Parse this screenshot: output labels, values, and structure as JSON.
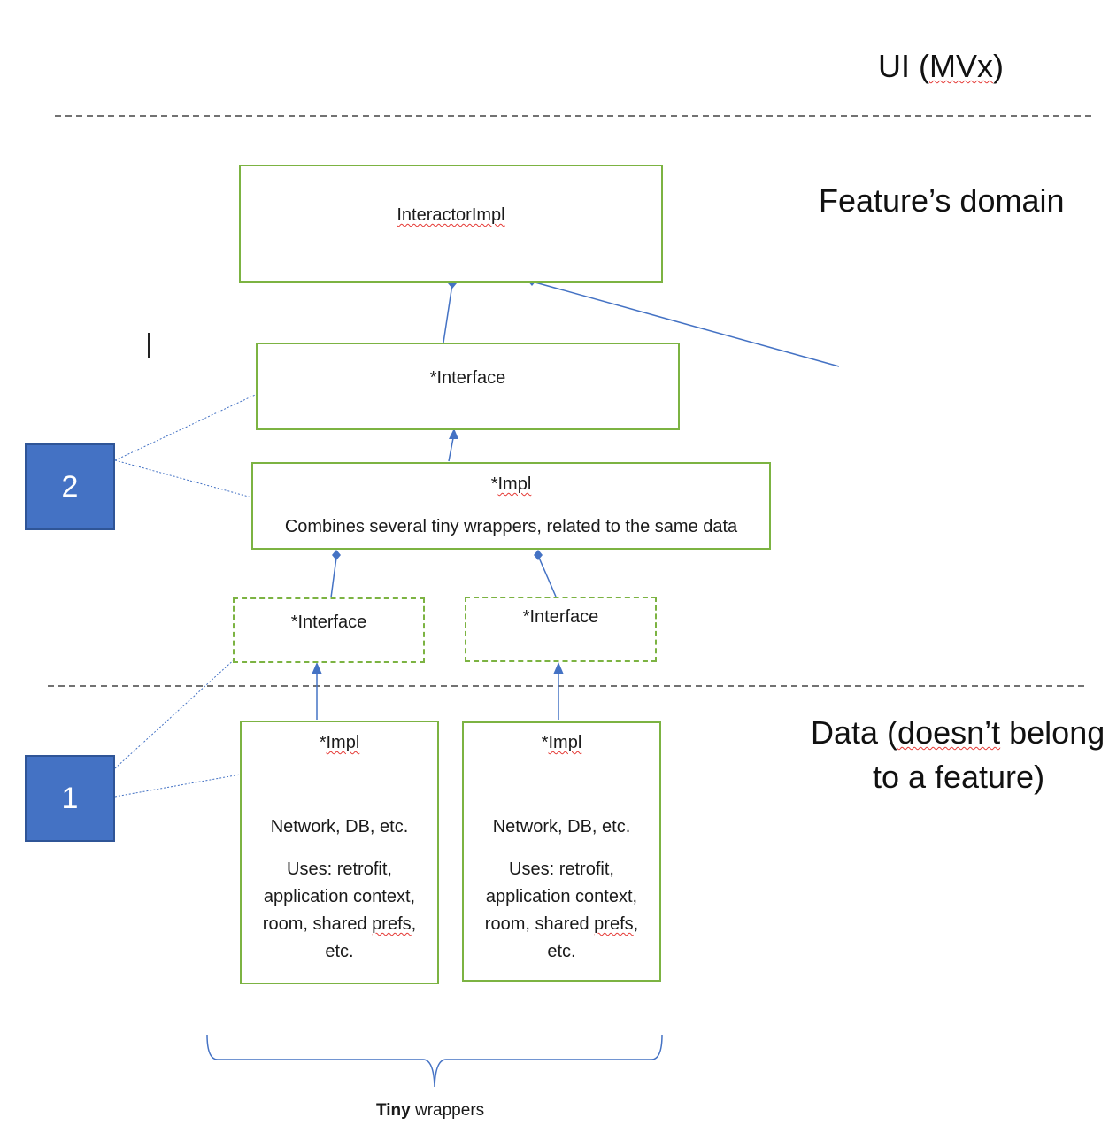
{
  "sections": {
    "ui": {
      "label": "UI (",
      "label_marked": "MVx",
      "label_end": ")"
    },
    "domain": {
      "label": "Feature’s domain"
    },
    "data": {
      "line1_pre": "Data (",
      "line1_marked": "doesn’t",
      "line1_post": " belong",
      "line2": "to a feature)"
    }
  },
  "nodes": {
    "interactor": {
      "label": "InteractorImpl"
    },
    "interface_top": {
      "label": "*Interface"
    },
    "impl_mid": {
      "label_prefix": "*",
      "label_marked": "Impl",
      "description": "Combines several tiny wrappers, related to the same data"
    },
    "interface_left": {
      "label": "*Interface"
    },
    "interface_right": {
      "label": "*Interface"
    },
    "impl_left": {
      "label_prefix": "*",
      "label_marked": "Impl",
      "line1": "Network, DB, etc.",
      "line2": "Uses: retrofit,",
      "line3": "application context,",
      "line4_pre": "room, shared ",
      "line4_marked": "prefs",
      "line4_post": ",",
      "line5": "etc."
    },
    "impl_right": {
      "label_prefix": "*",
      "label_marked": "Impl",
      "line1": "Network, DB, etc.",
      "line2": "Uses: retrofit,",
      "line3": "application context,",
      "line4_pre": "room, shared ",
      "line4_marked": "prefs",
      "line4_post": ",",
      "line5": "etc."
    }
  },
  "badges": {
    "two": {
      "label": "2"
    },
    "one": {
      "label": "1"
    }
  },
  "caption": {
    "bold": "Tiny",
    "rest": " wrappers"
  },
  "colors": {
    "box_border": "#7cb342",
    "connector": "#4472c4",
    "badge_fill": "#4472c4",
    "separator": "#444444",
    "spellcheck": "#e53935"
  }
}
